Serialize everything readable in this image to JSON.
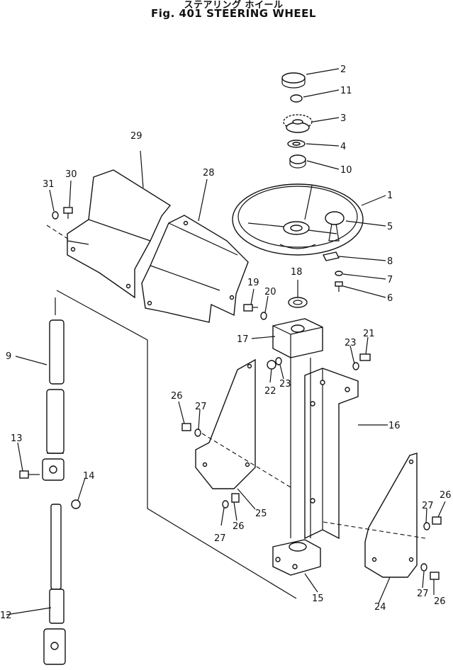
{
  "header": {
    "title_jp": "ステアリング ホイール",
    "title_en": "Fig. 401  STEERING  WHEEL"
  },
  "callouts": [
    {
      "id": "c2",
      "text": "2"
    },
    {
      "id": "c11",
      "text": "11"
    },
    {
      "id": "c3",
      "text": "3"
    },
    {
      "id": "c4",
      "text": "4"
    },
    {
      "id": "c10",
      "text": "10"
    },
    {
      "id": "c1",
      "text": "1"
    },
    {
      "id": "c5",
      "text": "5"
    },
    {
      "id": "c8",
      "text": "8"
    },
    {
      "id": "c7",
      "text": "7"
    },
    {
      "id": "c6",
      "text": "6"
    },
    {
      "id": "c29",
      "text": "29"
    },
    {
      "id": "c28",
      "text": "28"
    },
    {
      "id": "c30",
      "text": "30"
    },
    {
      "id": "c31",
      "text": "31"
    },
    {
      "id": "c18",
      "text": "18"
    },
    {
      "id": "c19",
      "text": "19"
    },
    {
      "id": "c20",
      "text": "20"
    },
    {
      "id": "c17",
      "text": "17"
    },
    {
      "id": "c9",
      "text": "9"
    },
    {
      "id": "c23a",
      "text": "23"
    },
    {
      "id": "c21",
      "text": "21"
    },
    {
      "id": "c22",
      "text": "22"
    },
    {
      "id": "c23b",
      "text": "23"
    },
    {
      "id": "c16",
      "text": "16"
    },
    {
      "id": "c26a",
      "text": "26"
    },
    {
      "id": "c27a",
      "text": "27"
    },
    {
      "id": "c13",
      "text": "13"
    },
    {
      "id": "c14",
      "text": "14"
    },
    {
      "id": "c25",
      "text": "25"
    },
    {
      "id": "c27b",
      "text": "27"
    },
    {
      "id": "c26b",
      "text": "26"
    },
    {
      "id": "c26c",
      "text": "26"
    },
    {
      "id": "c27c",
      "text": "27"
    },
    {
      "id": "c15",
      "text": "15"
    },
    {
      "id": "c12",
      "text": "12"
    },
    {
      "id": "c24",
      "text": "24"
    },
    {
      "id": "c27d",
      "text": "27"
    },
    {
      "id": "c26d",
      "text": "26"
    }
  ]
}
